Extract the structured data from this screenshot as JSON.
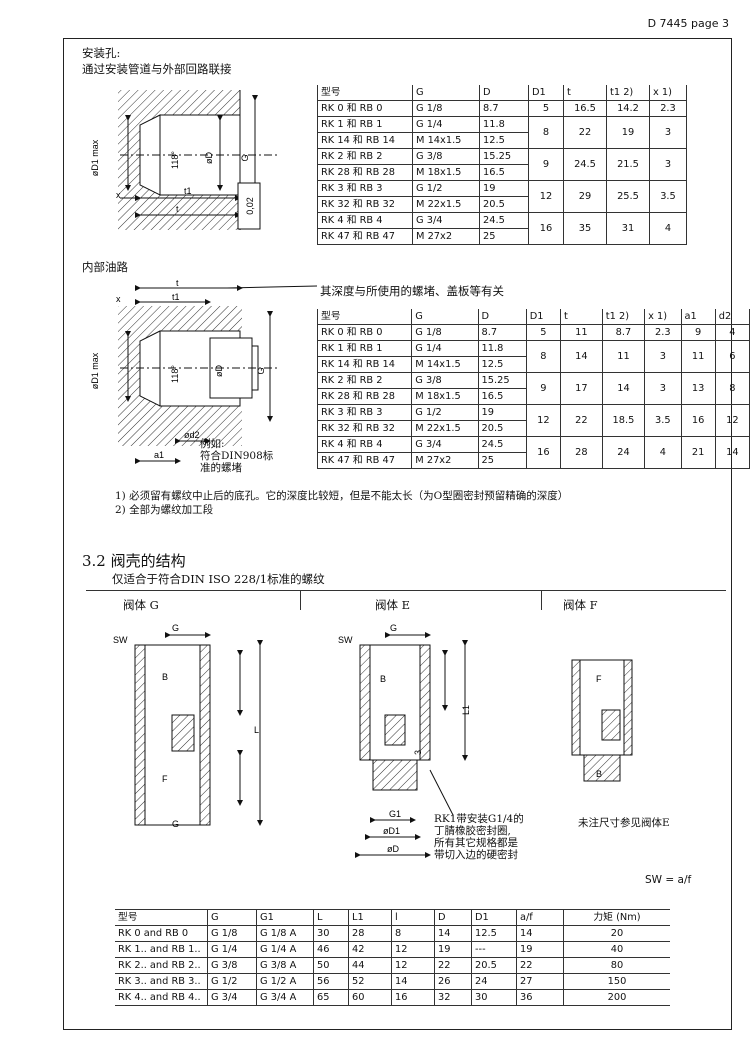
{
  "header": {
    "page_ref": "D 7445  page 3"
  },
  "install": {
    "title": "安装孔:",
    "subtitle": "通过安装管道与外部回路联接",
    "labels": {
      "d1max": "øD1 max",
      "angle": "118°",
      "d": "øD",
      "g": "G",
      "x": "x",
      "t1": "t1",
      "t": "t",
      "tol": "0,02"
    }
  },
  "table1": {
    "headers": [
      "型号",
      "G",
      "D",
      "D1",
      "t",
      "t1 2)",
      "x 1)"
    ],
    "rows": [
      [
        "RK 0   和   RB 0",
        "G 1/8",
        "8.7",
        "5",
        "16.5",
        "14.2",
        "2.3"
      ],
      [
        "RK 1   和   RB 1",
        "G 1/4",
        "11.8",
        "8",
        "22",
        "19",
        "3"
      ],
      [
        "RK 14 和  RB 14",
        "M 14x1.5",
        "12.5",
        "",
        "",
        "",
        ""
      ],
      [
        "RK 2   和   RB 2",
        "G 3/8",
        "15.25",
        "9",
        "24.5",
        "21.5",
        "3"
      ],
      [
        "RK 28 和  RB 28",
        "M 18x1.5",
        "16.5",
        "",
        "",
        "",
        ""
      ],
      [
        "RK 3   和   RB 3",
        "G 1/2",
        "19",
        "12",
        "29",
        "25.5",
        "3.5"
      ],
      [
        "RK 32 和  RB 32",
        "M 22x1.5",
        "20.5",
        "",
        "",
        "",
        ""
      ],
      [
        "RK 4   和   RB 4",
        "G 3/4",
        "24.5",
        "16",
        "35",
        "31",
        "4"
      ],
      [
        "RK 47 和  RB 47",
        "M 27x2",
        "25",
        "",
        "",
        "",
        ""
      ]
    ]
  },
  "internal": {
    "title": "内部油路",
    "note": "其深度与所使用的螺堵、盖板等有关",
    "example": [
      "例如:",
      "符合DIN908标",
      "准的螺堵"
    ],
    "labels": {
      "x": "x",
      "t": "t",
      "t1": "t1",
      "d1max": "øD1 max",
      "angle": "118°",
      "d": "øD",
      "g": "G",
      "d2": "ød2",
      "a1": "a1"
    }
  },
  "table2": {
    "headers": [
      "型号",
      "G",
      "D",
      "D1",
      "t",
      "t1 2)",
      "x 1)",
      "a1",
      "d2"
    ],
    "rows": [
      [
        "RK 0   和   RB 0",
        "G 1/8",
        "8.7",
        "5",
        "11",
        "8.7",
        "2.3",
        "9",
        "4"
      ],
      [
        "RK 1   和   RB 1",
        "G 1/4",
        "11.8",
        "8",
        "14",
        "11",
        "3",
        "11",
        "6"
      ],
      [
        "RK 14 和  RB 14",
        "M 14x1.5",
        "12.5",
        "",
        "",
        "",
        "",
        "",
        ""
      ],
      [
        "RK 2   和   RB 2",
        "G 3/8",
        "15.25",
        "9",
        "17",
        "14",
        "3",
        "13",
        "8"
      ],
      [
        "RK 28 和  RB 28",
        "M 18x1.5",
        "16.5",
        "",
        "",
        "",
        "",
        "",
        ""
      ],
      [
        "RK 3   和   RB 3",
        "G 1/2",
        "19",
        "12",
        "22",
        "18.5",
        "3.5",
        "16",
        "12"
      ],
      [
        "RK 32 和  RB 32",
        "M 22x1.5",
        "20.5",
        "",
        "",
        "",
        "",
        "",
        ""
      ],
      [
        "RK 4   和   RB 4",
        "G 3/4",
        "24.5",
        "16",
        "28",
        "24",
        "4",
        "21",
        "14"
      ],
      [
        "RK 47 和  RB 47",
        "M 27x2",
        "25",
        "",
        "",
        "",
        "",
        "",
        ""
      ]
    ]
  },
  "footnotes": [
    "1)  必须留有螺纹中止后的底孔。它的深度比较短，但是不能太长（为O型圈密封预留精确的深度）",
    "2)  全部为螺纹加工段"
  ],
  "section": {
    "title": "3.2  阀壳的结构",
    "subtitle": "仅适合于符合DIN ISO 228/1标准的螺纹",
    "col_g": "阀体 G",
    "col_e": "阀体 E",
    "col_f": "阀体 F"
  },
  "body_g": {
    "sw": "SW",
    "g_top": "G",
    "g_bot": "G",
    "b": "B",
    "f": "F",
    "l": "L"
  },
  "body_e": {
    "sw": "SW",
    "g": "G",
    "b": "B",
    "l1": "L1",
    "three": "3",
    "g1": "G1",
    "d1": "øD1",
    "d": "øD",
    "note": [
      "RK1带安装G1/4的",
      "丁腈橡胶密封圈,",
      "所有其它规格都是",
      "带切入边的硬密封"
    ]
  },
  "body_f": {
    "f": "F",
    "b": "B",
    "note": "未注尺寸参见阀体E"
  },
  "sw_note": "SW = a/f",
  "table3": {
    "headers": [
      "型号",
      "G",
      "G1",
      "L",
      "L1",
      "l",
      "D",
      "D1",
      "a/f",
      "力矩 (Nm)"
    ],
    "rows": [
      [
        "RK 0   and RB 0",
        "G 1/8",
        "G 1/8 A",
        "30",
        "28",
        "8",
        "14",
        "12.5",
        "14",
        "20"
      ],
      [
        "RK 1.. and RB 1..",
        "G 1/4",
        "G 1/4 A",
        "46",
        "42",
        "12",
        "19",
        "---",
        "19",
        "40"
      ],
      [
        "RK 2.. and RB 2..",
        "G 3/8",
        "G 3/8 A",
        "50",
        "44",
        "12",
        "22",
        "20.5",
        "22",
        "80"
      ],
      [
        "RK 3.. and RB 3..",
        "G 1/2",
        "G 1/2 A",
        "56",
        "52",
        "14",
        "26",
        "24",
        "27",
        "150"
      ],
      [
        "RK 4.. and RB 4..",
        "G 3/4",
        "G 3/4 A",
        "65",
        "60",
        "16",
        "32",
        "30",
        "36",
        "200"
      ]
    ]
  }
}
